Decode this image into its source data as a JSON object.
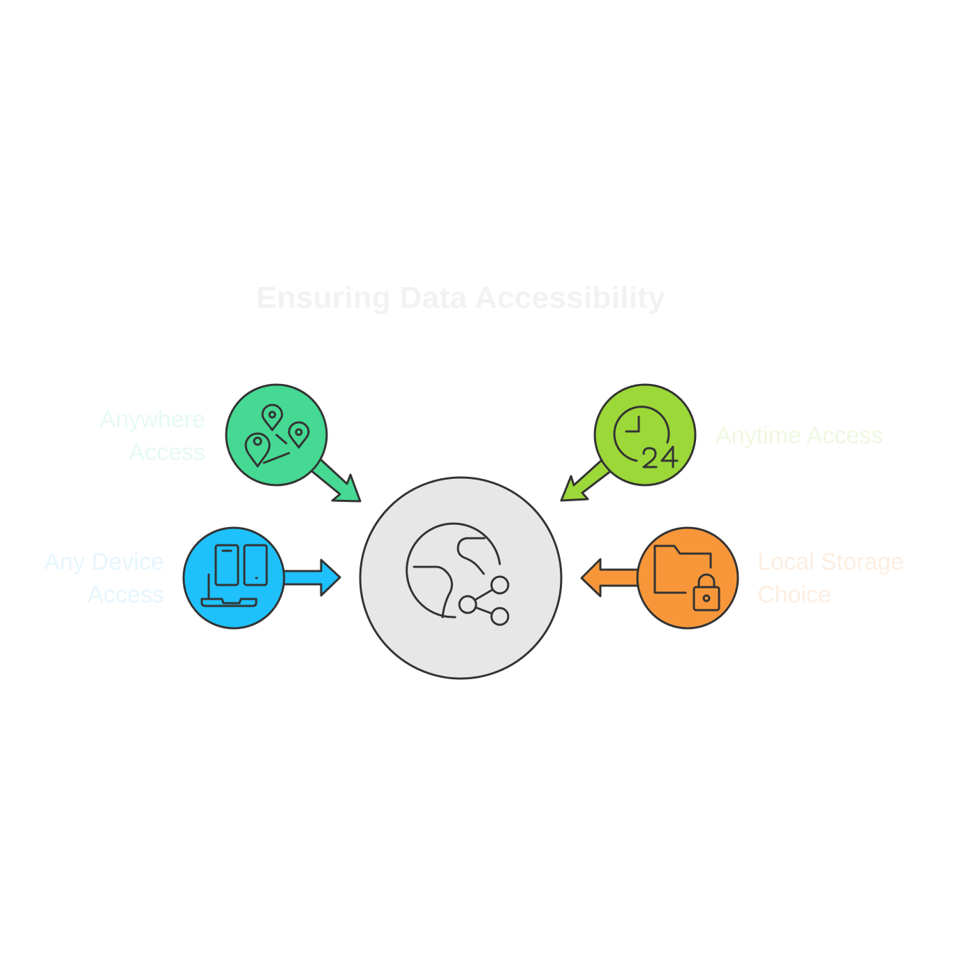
{
  "title": "Ensuring Data Accessibility",
  "nodes": [
    {
      "id": "anywhere",
      "label_lines": [
        "Anywhere",
        "Access"
      ],
      "color": "#45d993",
      "icon": "map-pins-icon"
    },
    {
      "id": "device",
      "label_lines": [
        "Any Device",
        "Access"
      ],
      "color": "#1ec1fb",
      "icon": "devices-icon"
    },
    {
      "id": "anytime",
      "label_lines": [
        "Anytime Access"
      ],
      "color": "#9cd838",
      "icon": "clock-24-icon"
    },
    {
      "id": "local",
      "label_lines": [
        "Local Storage",
        "Choice"
      ],
      "color": "#f8973a",
      "icon": "locked-folder-icon"
    }
  ],
  "center": {
    "color": "#e7e7e7",
    "icon": "globe-share-icon"
  },
  "stroke_color": "#333333"
}
